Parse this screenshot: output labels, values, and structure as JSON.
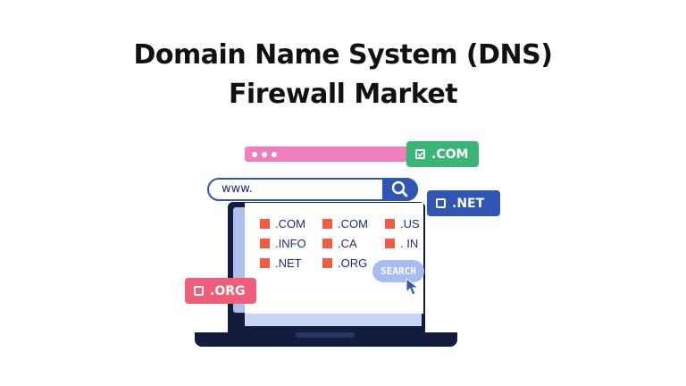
{
  "title": {
    "line1": "Domain Name System (DNS)",
    "line2": "Firewall Market"
  },
  "browser": {
    "url_text": "www.",
    "search_icon": "magnifier-icon"
  },
  "tags": {
    "com": ".COM",
    "net": ".NET",
    "org": ".ORG"
  },
  "domains": {
    "col1": [
      ".COM",
      ".INFO",
      ".NET"
    ],
    "col2": [
      ".COM",
      ".CA",
      ".ORG"
    ],
    "col3": [
      ".US",
      ". IN"
    ]
  },
  "search_pill": "SEARCH",
  "colors": {
    "pink_bar": "#ef7fbd",
    "green_tag": "#3bb575",
    "blue_tag": "#2f56b4",
    "red_tag": "#ef5d78",
    "domain_square": "#f25c40",
    "laptop_dark": "#131c3c",
    "search_pill": "#a7bdf2"
  }
}
